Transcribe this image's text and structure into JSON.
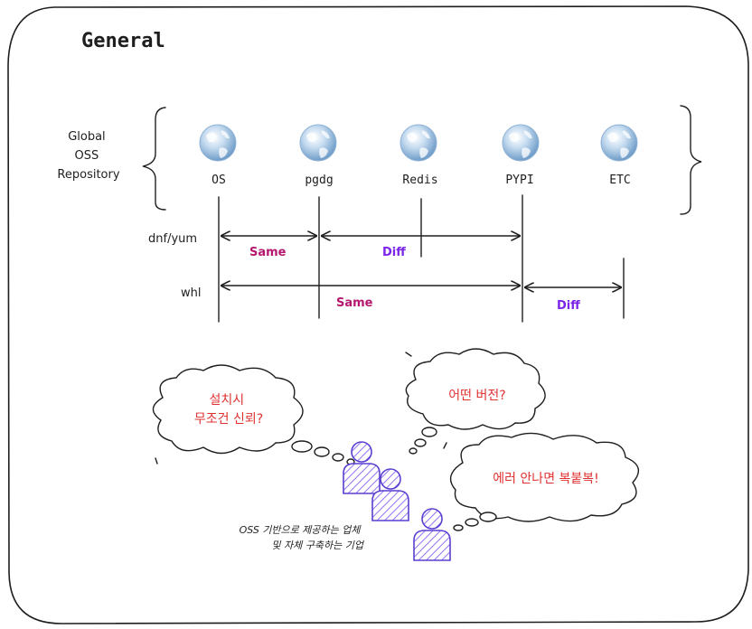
{
  "title": "General",
  "row_label": [
    "Global",
    "OSS",
    "Repository"
  ],
  "repositories": [
    "OS",
    "pgdg",
    "Redis",
    "PYPI",
    "ETC"
  ],
  "methods": {
    "dnf": {
      "label": "dnf/yum",
      "same": "Same",
      "diff": "Diff"
    },
    "whl": {
      "label": "whl",
      "same": "Same",
      "diff": "Diff"
    }
  },
  "bubbles": {
    "install_trust": [
      "설치시",
      "무조건 신뢰?"
    ],
    "which_version": "어떤 버전?",
    "copy_paste": "에러 안나면 복붙복!"
  },
  "caption": [
    "OSS 기반으로 제공하는 업체",
    "및 자체 구축하는 기업"
  ],
  "colors": {
    "same": "#b5176e",
    "diff": "#7a25e8",
    "bubble_text": "#e03131",
    "person": "#6741d9",
    "globe": "#9cc3e6"
  },
  "icons": [
    "globe-icon",
    "person-icon"
  ]
}
